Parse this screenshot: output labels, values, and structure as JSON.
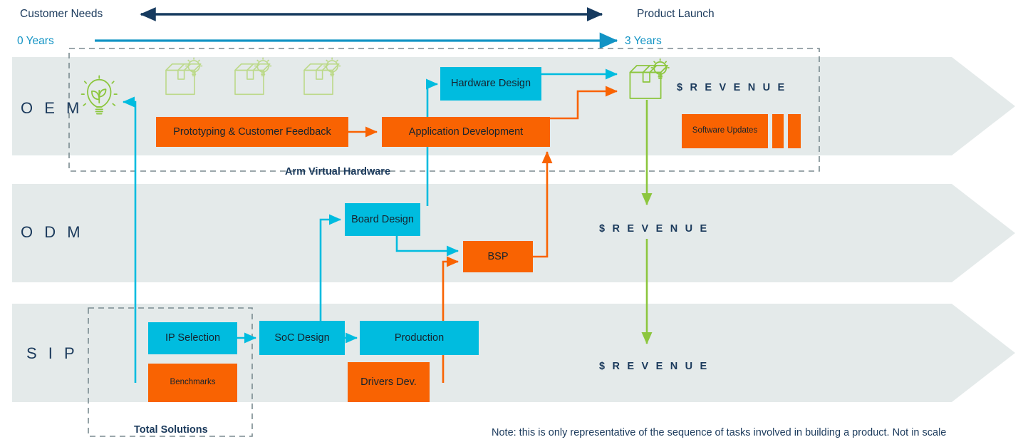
{
  "header": {
    "left_top": "Customer Needs",
    "right_top": "Product Launch",
    "left_bottom": "0 Years",
    "right_bottom": "3 Years",
    "timeline_arrow_icon": "double-headed-arrow-icon",
    "years_arrow_icon": "right-arrow-icon"
  },
  "colors": {
    "cyan": "#00bcdf",
    "orange": "#f96302",
    "green": "#8cc63e",
    "navy": "#1b3a5c",
    "band": "#e4eaea",
    "dashed": "#7a8a8f"
  },
  "rows": [
    {
      "label": "O E M"
    },
    {
      "label": "O D M"
    },
    {
      "label": "S I P"
    }
  ],
  "boxes": [
    {
      "id": "prototyping",
      "label": "Prototyping & Customer Feedback",
      "color": "orange",
      "font": 14.5
    },
    {
      "id": "app-dev",
      "label": "Application Development",
      "color": "orange",
      "font": 14.5
    },
    {
      "id": "hardware",
      "label": "Hardware Design",
      "color": "cyan",
      "font": 14.5
    },
    {
      "id": "sw-updates",
      "label": "Software Updates",
      "color": "orange",
      "font": 11.5
    },
    {
      "id": "sw-tick-1",
      "label": "",
      "color": "orange",
      "font": 11
    },
    {
      "id": "sw-tick-2",
      "label": "",
      "color": "orange",
      "font": 11
    },
    {
      "id": "board-design",
      "label": "Board Design",
      "color": "cyan",
      "font": 14.5
    },
    {
      "id": "bsp",
      "label": "BSP",
      "color": "orange",
      "font": 14.5
    },
    {
      "id": "ip-selection",
      "label": "IP Selection",
      "color": "cyan",
      "font": 14.5
    },
    {
      "id": "benchmarks",
      "label": "Benchmarks",
      "color": "orange",
      "font": 11.5
    },
    {
      "id": "soc-design",
      "label": "SoC Design",
      "color": "cyan",
      "font": 14.5
    },
    {
      "id": "production",
      "label": "Production",
      "color": "cyan",
      "font": 14.5
    },
    {
      "id": "drivers-dev",
      "label": "Drivers Dev.",
      "color": "orange",
      "font": 14.5
    }
  ],
  "revenue_labels": [
    {
      "id": "revenue-oem",
      "text": "$  R E V E N U E"
    },
    {
      "id": "revenue-odm",
      "text": "$  R E V E N U E"
    },
    {
      "id": "revenue-sip",
      "text": "$  R E V E N U E"
    }
  ],
  "groups": [
    {
      "id": "arm-virtual-hardware",
      "label": "Arm Virtual Hardware"
    },
    {
      "id": "total-solutions",
      "label": "Total Solutions"
    }
  ],
  "icons": {
    "idea_bulb": "lightbulb-leaf-icon",
    "product_box": "box-lightbulb-icon"
  },
  "note": "Note: this is only representative of the sequence of tasks involved in building a product. Not in scale"
}
